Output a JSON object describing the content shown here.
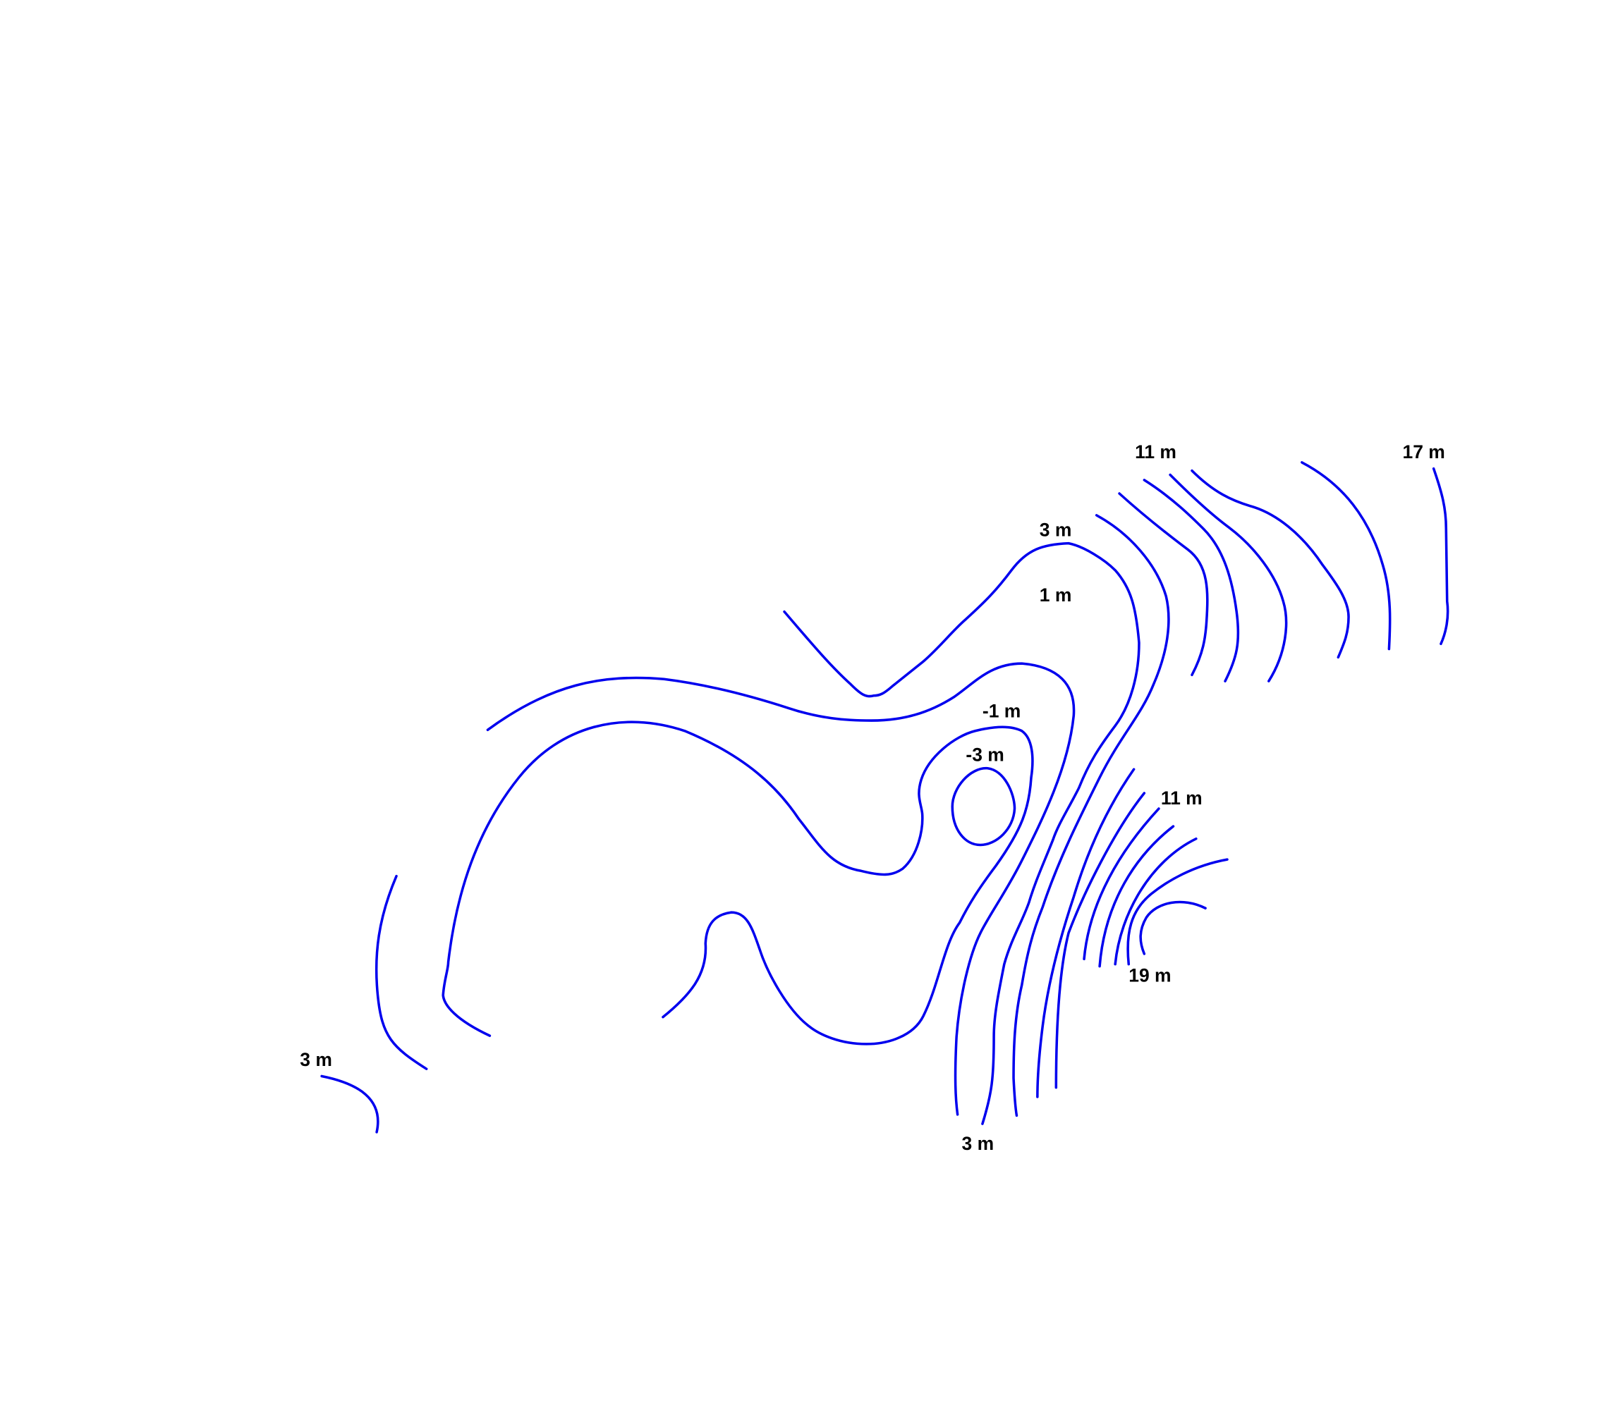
{
  "map": {
    "contour_color": "#0000ee",
    "labels": [
      "11 m",
      "17 m",
      "3 m",
      "1 m",
      "-1 m",
      "-3 m",
      "11 m",
      "19 m",
      "3 m",
      "3 m"
    ]
  }
}
